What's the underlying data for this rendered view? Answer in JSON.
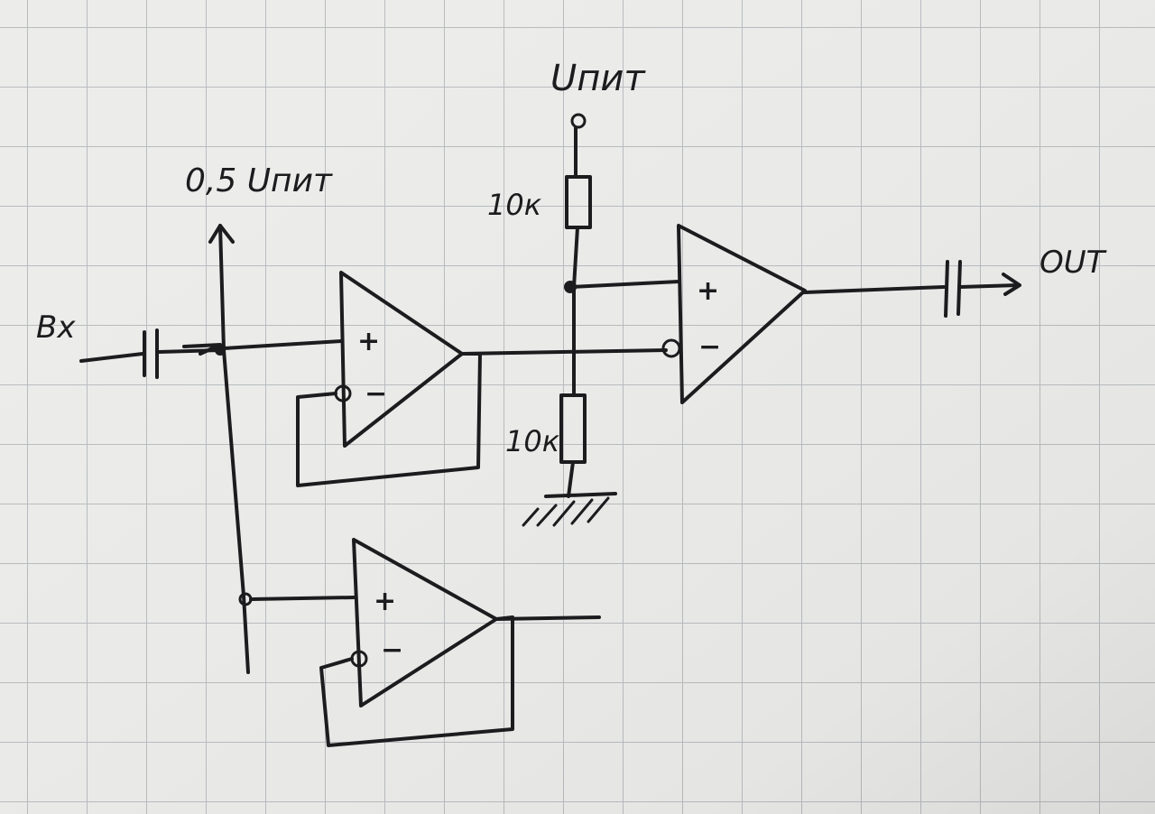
{
  "labels": {
    "input": "Вх",
    "half_supply": "0,5 Uпит",
    "supply": "Uпит",
    "output": "OUT"
  },
  "resistors": {
    "top": "10к",
    "bottom": "10к"
  },
  "opamp_signs": {
    "plus": "+",
    "minus": "−"
  },
  "colors": {
    "paper": "#ececea",
    "grid": "#b9bcc0",
    "ink": "#1c1c1f"
  }
}
